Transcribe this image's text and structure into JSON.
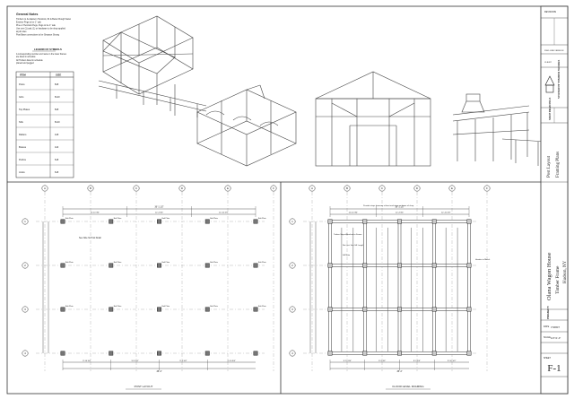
{
  "notes": {
    "title": "General Notes",
    "lines": [
      "Timbers to be Eastern Hemlock, #1 & Better Rough Sawn",
      "Exterior Pegs to be 1\" oak",
      "Pine or Hemlock Pegs, Pegs to be 1\" oak",
      "Use one (1) oak, (1) or hardware to be shop applied",
      "at job sites",
      "Post Base connections to be Simpson Strong"
    ],
    "legend_title": "LEGEND OF SYMBOLS",
    "legend_lines": [
      "A corresponding number and name in the lower frames",
      "are listed in schedule",
      "All Timbers listed in schedule",
      "planed and pegged"
    ]
  },
  "schedule": {
    "headers": [
      "ITEM",
      "SIZE"
    ],
    "rows": [
      [
        "Posts",
        "8x8"
      ],
      [
        "Girts",
        "8x10"
      ],
      [
        "Top Plates",
        "8x8"
      ],
      [
        "Sills",
        "8x10"
      ],
      [
        "Rafters",
        "4x8"
      ],
      [
        "Braces",
        "4x6"
      ],
      [
        "Purlins",
        "6x8"
      ],
      [
        "Joists",
        "6x8"
      ]
    ]
  },
  "titleblock": {
    "company": "VERMONT TIMBER WORKS",
    "shop_label": "SHOP DRAWINGS",
    "sheet_title_1": "Post Layout",
    "sheet_title_2": "Framing Plans",
    "project_title_1": "Olana Wagon House",
    "project_title_2": "Timber Frame",
    "project_location": "Hudson, NY",
    "project_label": "PROJECT:",
    "date_label": "DATE",
    "date_value": "7/18/07",
    "scale_label": "SCALE",
    "scale_value": "1/4\"=1'-0\"",
    "sheet_label": "SHEET",
    "sheet_value": "F-1",
    "revisions_label": "REVISIONS",
    "client_label": "CLIENT",
    "note_label": "DWG LINE VERSION"
  },
  "plans": {
    "left_title": "POST LAYOUT",
    "right_title": "FLOOR LEVEL FRAMING",
    "grid_labels": [
      "A",
      "B",
      "C",
      "D",
      "E",
      "F"
    ],
    "row_labels": [
      "1",
      "2",
      "3",
      "4"
    ],
    "top_dims": [
      "12'-10 3/4\"",
      "12'-3 3/4\"",
      "12'-10 3/4\""
    ],
    "overall_dim": "36'-1 1/2\"",
    "bottom_dims": [
      "9'-10 3/4\"",
      "9'-3 3/4\"",
      "9'-3 3/4\"",
      "9'-10 3/4\""
    ],
    "bottom_overall": "38'-4\"",
    "post_label": "Bolt Plate",
    "left_callout": "See Note for Post Detail",
    "right_callouts": [
      "Timber Steps Attached to Frame",
      "Not Girt: See Sill Length",
      "Sill Note",
      "Header to Match"
    ],
    "right_top_note": "Provide steps doorway at boot and store on frame of shop"
  }
}
